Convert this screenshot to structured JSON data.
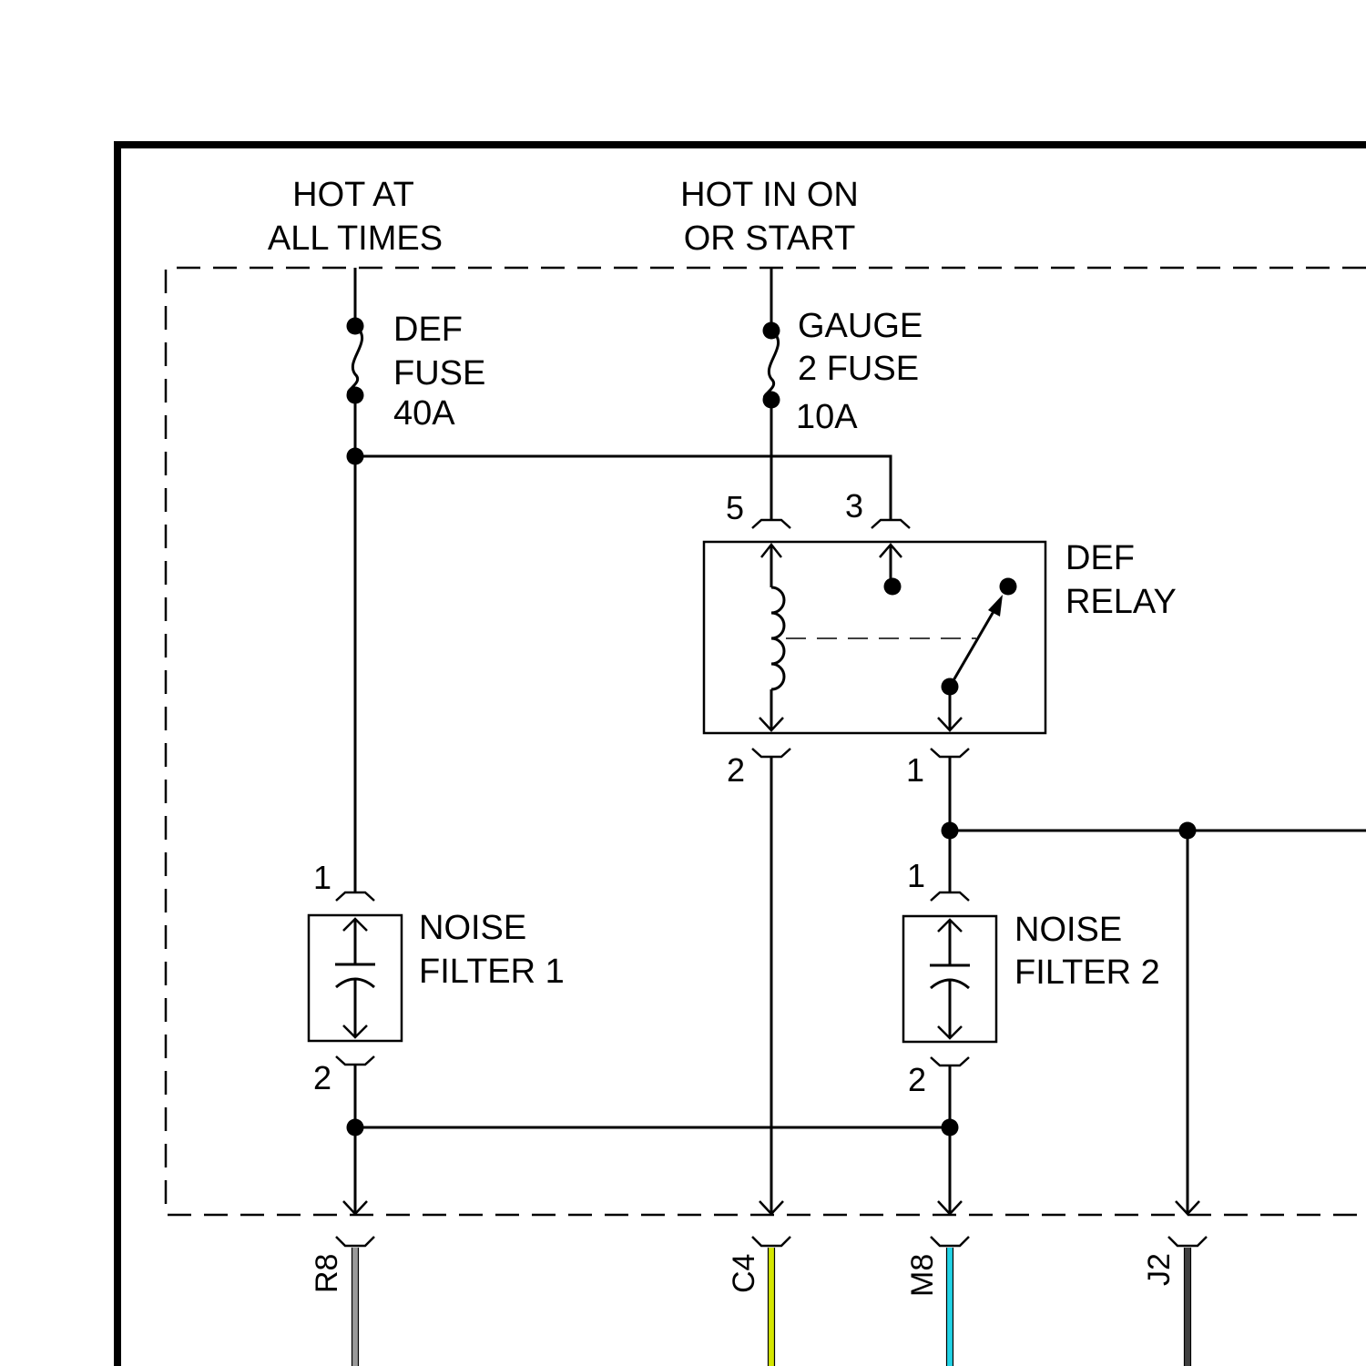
{
  "sources": {
    "hot_at_all_times": [
      "HOT AT",
      "ALL TIMES"
    ],
    "hot_in_on_or_start": [
      "HOT IN ON",
      "OR START"
    ]
  },
  "fuses": {
    "def": [
      "DEF",
      "FUSE",
      "40A"
    ],
    "gauge2": [
      "GAUGE",
      "2 FUSE",
      "10A"
    ]
  },
  "relay": {
    "label": [
      "DEF",
      "RELAY"
    ],
    "pins": {
      "p5": "5",
      "p3": "3",
      "p2": "2",
      "p1": "1"
    }
  },
  "noise_filter_1": {
    "label": [
      "NOISE",
      "FILTER 1"
    ],
    "pins": {
      "top": "1",
      "bottom": "2"
    }
  },
  "noise_filter_2": {
    "label": [
      "NOISE",
      "FILTER 2"
    ],
    "pins": {
      "top": "1",
      "bottom": "2"
    }
  },
  "connectors": [
    {
      "id": "R8",
      "label": "R8",
      "wire_color": "#9a9a9a"
    },
    {
      "id": "C4",
      "label": "C4",
      "wire_color": "#d4e600"
    },
    {
      "id": "M8",
      "label": "M8",
      "wire_color": "#22d3e6"
    },
    {
      "id": "J2",
      "label": "J2",
      "wire_color": "#404040"
    }
  ]
}
